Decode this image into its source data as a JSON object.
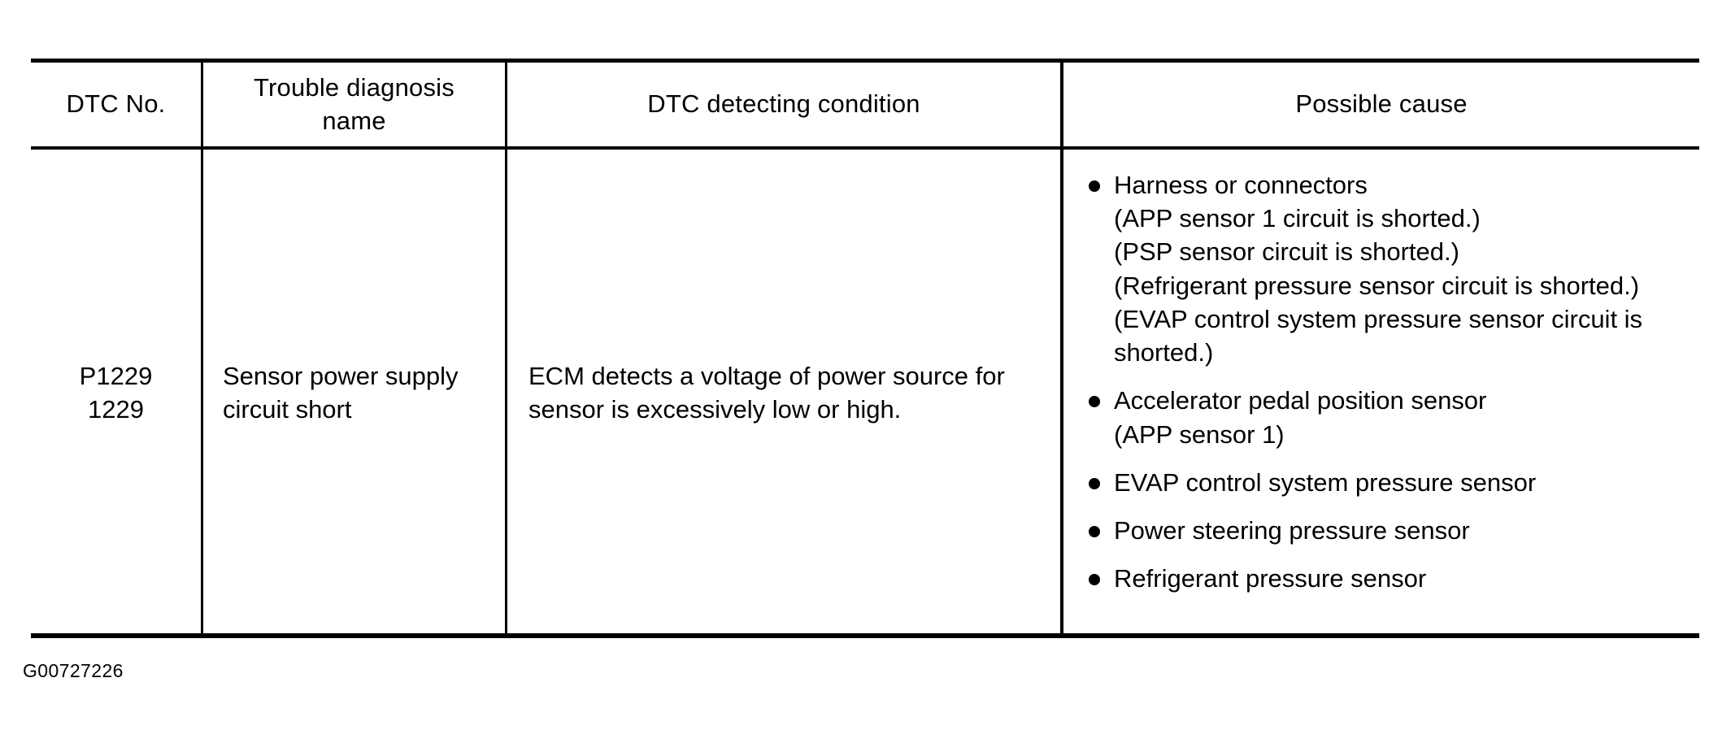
{
  "document": {
    "figure_code": "G00727226"
  },
  "table": {
    "columns": [
      {
        "id": "dtc-no",
        "header": "DTC No."
      },
      {
        "id": "name",
        "header": "Trouble diagnosis\nname"
      },
      {
        "id": "condition",
        "header": "DTC detecting condition"
      },
      {
        "id": "cause",
        "header": "Possible cause"
      }
    ],
    "headers": {
      "dtc_no": "DTC No.",
      "trouble_diagnosis_name_line1": "Trouble diagnosis",
      "trouble_diagnosis_name_line2": "name",
      "dtc_detecting_condition": "DTC detecting condition",
      "possible_cause": "Possible cause"
    },
    "rows": [
      {
        "dtc_no_line1": "P1229",
        "dtc_no_line2": "1229",
        "trouble_diagnosis_name": "Sensor power supply circuit short",
        "dtc_detecting_condition": "ECM detects a voltage of power source for sensor is excessively low or high.",
        "possible_causes": [
          {
            "text": "Harness or connectors",
            "sub": [
              "(APP sensor 1 circuit is shorted.)",
              "(PSP sensor circuit is shorted.)",
              "(Refrigerant pressure sensor circuit is shorted.)",
              "(EVAP control system pressure sensor circuit is shorted.)"
            ]
          },
          {
            "text": "Accelerator pedal position sensor",
            "sub": [
              "(APP sensor 1)"
            ]
          },
          {
            "text": "EVAP control system pressure sensor",
            "sub": []
          },
          {
            "text": "Power steering pressure sensor",
            "sub": []
          },
          {
            "text": "Refrigerant pressure sensor",
            "sub": []
          }
        ]
      }
    ]
  },
  "colors": {
    "ink": "#000000",
    "paper": "#ffffff"
  }
}
